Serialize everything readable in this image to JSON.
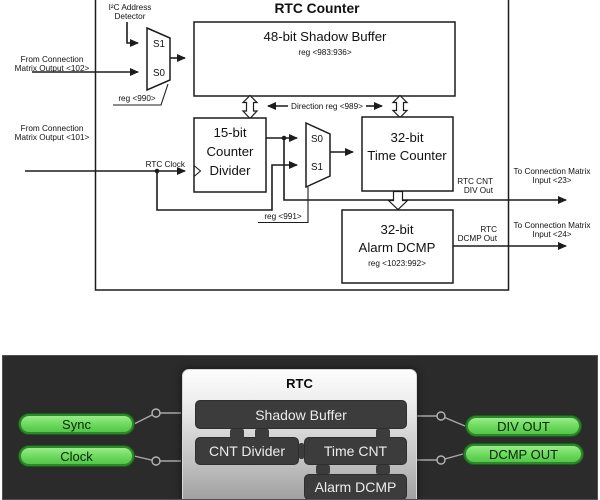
{
  "colors": {
    "diagram_ink": "#1c1c1c",
    "panel_bg": "#2b2b2b",
    "block_bg": "#3c3c3c",
    "block_text": "#ececec",
    "pill_green": "#72dc63",
    "pill_border": "#2c8928",
    "wire_gray": "#a8a8a8"
  },
  "diagram": {
    "title": "RTC Counter",
    "i2c": {
      "line1": "I²C Address",
      "line2": "Detector"
    },
    "input102": {
      "line1": "From Connection",
      "line2": "Matrix Output <102>"
    },
    "input101": {
      "line1": "From Connection",
      "line2": "Matrix Output <101>"
    },
    "reg990": "reg <990>",
    "reg991": "reg <991>",
    "direction_reg": "Direction reg <989>",
    "rtc_clock": "RTC Clock",
    "mux1": {
      "top": "S1",
      "bottom": "S0"
    },
    "mux2": {
      "top": "S0",
      "bottom": "S1"
    },
    "shadow_buffer": {
      "title": "48-bit Shadow Buffer",
      "reg": "reg <983:936>"
    },
    "divider": {
      "line1": "15-bit",
      "line2": "Counter",
      "line3": "Divider"
    },
    "time_counter": {
      "line1": "32-bit",
      "line2": "Time Counter"
    },
    "alarm_dcmp": {
      "line1": "32-bit",
      "line2": "Alarm DCMP",
      "reg": "reg <1023:992>"
    },
    "out_div": {
      "line1": "RTC CNT",
      "line2": "DIV Out"
    },
    "out_dcmp": {
      "line1": "RTC",
      "line2": "DCMP Out"
    },
    "to23": {
      "line1": "To Connection Matrix",
      "line2": "Input <23>"
    },
    "to24": {
      "line1": "To Connection Matrix",
      "line2": "Input <24>"
    }
  },
  "panel": {
    "title": "RTC",
    "blocks": {
      "shadow": "Shadow Buffer",
      "divider": "CNT Divider",
      "time": "Time CNT",
      "alarm": "Alarm DCMP"
    },
    "ports_in": [
      {
        "label": "Sync"
      },
      {
        "label": "Clock"
      }
    ],
    "ports_out": [
      {
        "label": "DIV OUT"
      },
      {
        "label": "DCMP OUT"
      }
    ]
  }
}
